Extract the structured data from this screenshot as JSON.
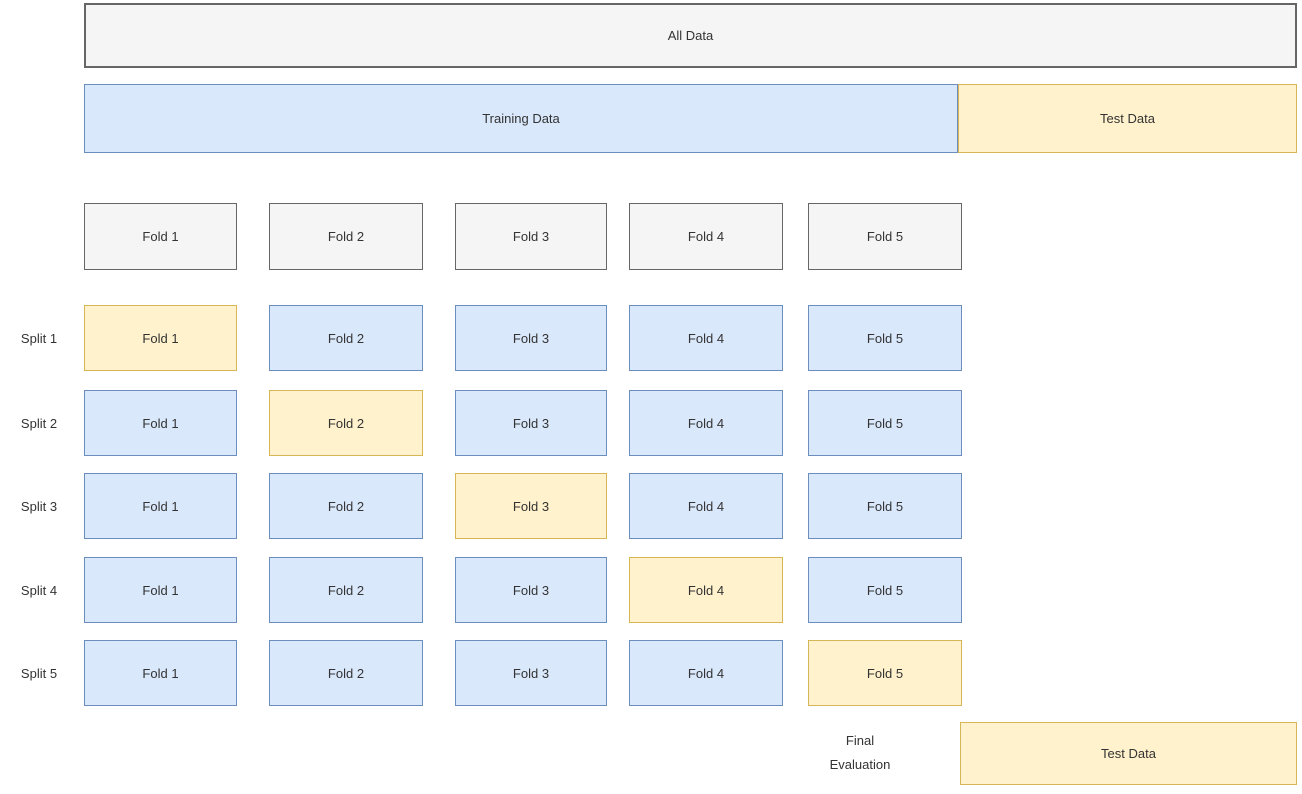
{
  "colors": {
    "gray_fill": "#f5f5f5",
    "gray_border": "#666666",
    "blue_fill": "#dae8fc",
    "blue_border": "#6c8ebf",
    "yellow_fill": "#fff2cc",
    "yellow_border": "#d6b656",
    "text": "#333333"
  },
  "bars": {
    "all_data_label": "All Data",
    "training_label": "Training Data",
    "test_label": "Test Data"
  },
  "fold_headers": [
    "Fold 1",
    "Fold 2",
    "Fold 3",
    "Fold 4",
    "Fold 5"
  ],
  "splits": [
    {
      "label": "Split 1",
      "cells": [
        {
          "label": "Fold 1",
          "state": "test"
        },
        {
          "label": "Fold 2",
          "state": "train"
        },
        {
          "label": "Fold 3",
          "state": "train"
        },
        {
          "label": "Fold 4",
          "state": "train"
        },
        {
          "label": "Fold 5",
          "state": "train"
        }
      ]
    },
    {
      "label": "Split 2",
      "cells": [
        {
          "label": "Fold 1",
          "state": "train"
        },
        {
          "label": "Fold 2",
          "state": "test"
        },
        {
          "label": "Fold 3",
          "state": "train"
        },
        {
          "label": "Fold 4",
          "state": "train"
        },
        {
          "label": "Fold 5",
          "state": "train"
        }
      ]
    },
    {
      "label": "Split 3",
      "cells": [
        {
          "label": "Fold 1",
          "state": "train"
        },
        {
          "label": "Fold 2",
          "state": "train"
        },
        {
          "label": "Fold 3",
          "state": "test"
        },
        {
          "label": "Fold 4",
          "state": "train"
        },
        {
          "label": "Fold 5",
          "state": "train"
        }
      ]
    },
    {
      "label": "Split 4",
      "cells": [
        {
          "label": "Fold 1",
          "state": "train"
        },
        {
          "label": "Fold 2",
          "state": "train"
        },
        {
          "label": "Fold 3",
          "state": "train"
        },
        {
          "label": "Fold 4",
          "state": "test"
        },
        {
          "label": "Fold 5",
          "state": "train"
        }
      ]
    },
    {
      "label": "Split 5",
      "cells": [
        {
          "label": "Fold 1",
          "state": "train"
        },
        {
          "label": "Fold 2",
          "state": "train"
        },
        {
          "label": "Fold 3",
          "state": "train"
        },
        {
          "label": "Fold 4",
          "state": "train"
        },
        {
          "label": "Fold 5",
          "state": "test"
        }
      ]
    }
  ],
  "bottom": {
    "final_label_line1": "Final",
    "final_label_line2": "Evaluation",
    "test_label": "Test Data"
  }
}
